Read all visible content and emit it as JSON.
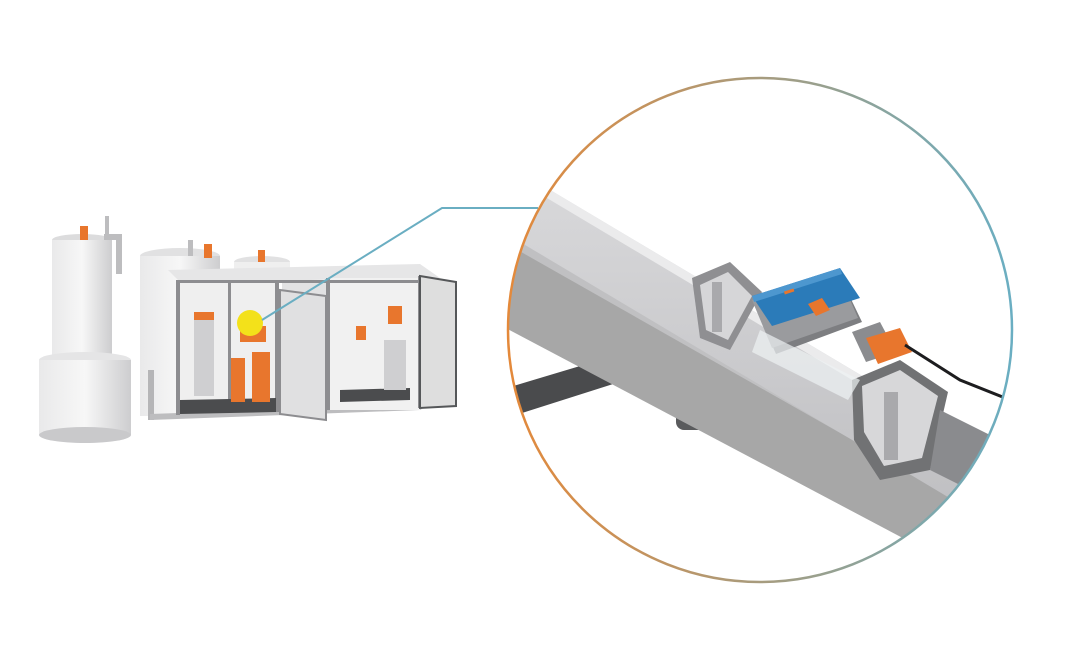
{
  "scene": {
    "background": "#ffffff",
    "colors": {
      "orange": "#e8762d",
      "blue": "#2b7bb9",
      "leader_line": "#6aaec2",
      "ring_start": "#e4893a",
      "ring_end": "#6aaec2",
      "hotspot": "#f3e11a",
      "pipe_light": "#cfcfd1",
      "pipe_dark": "#9b9b9d",
      "frame": "#555759",
      "beam": "#a7a7a7"
    },
    "icons": {
      "plant": "water-treatment-plant-illustration",
      "hotspot": "sensor-location-marker",
      "detail": "flow-sensor-closeup",
      "sensor": "flow-sensor-icon"
    }
  }
}
